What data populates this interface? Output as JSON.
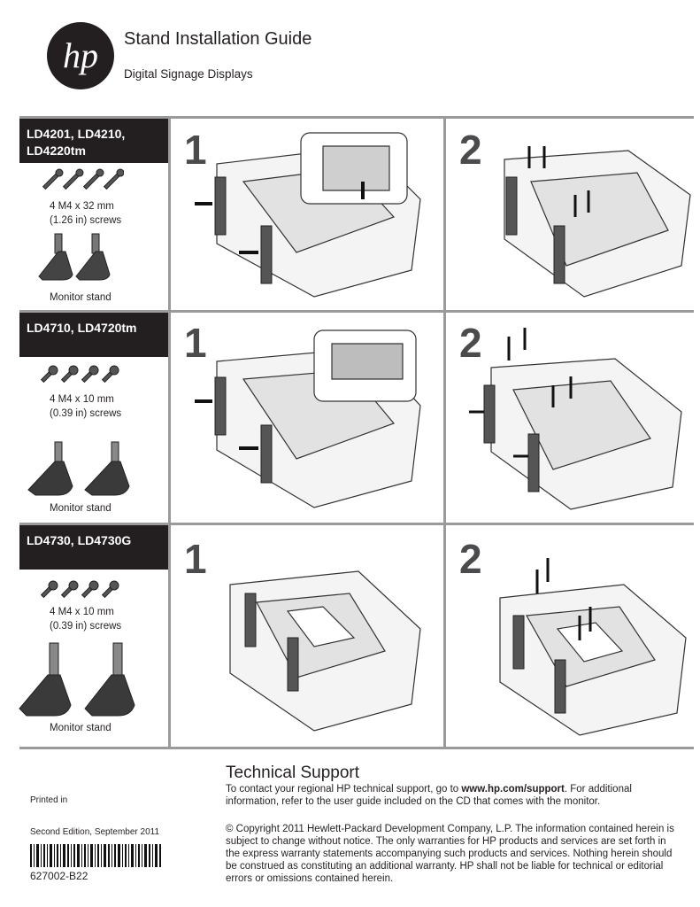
{
  "header": {
    "logo_text": "hp",
    "title": "Stand Installation Guide",
    "subtitle": "Digital Signage Displays"
  },
  "sections": [
    {
      "models": "LD4201, LD4210, LD4220tm",
      "models_line1": "LD4201, LD4210,",
      "models_line2": "LD4220tm",
      "screws_line1": "4 M4 x 32 mm",
      "screws_line2": "(1.26 in) screws",
      "stand_label": "Monitor stand",
      "step1": "1",
      "step2": "2"
    },
    {
      "models": "LD4710, LD4720tm",
      "screws_line1": "4 M4 x 10 mm",
      "screws_line2": "(0.39 in) screws",
      "stand_label": "Monitor stand",
      "step1": "1",
      "step2": "2"
    },
    {
      "models": "LD4730, LD4730G",
      "screws_line1": "4 M4 x 10 mm",
      "screws_line2": "(0.39 in) screws",
      "stand_label": "Monitor stand",
      "step1": "1",
      "step2": "2"
    }
  ],
  "footer": {
    "printed_in": "Printed in",
    "edition": "Second Edition, September 2011",
    "part_number": "627002-B22",
    "support_title": "Technical Support",
    "support_pre": "To contact your regional HP technical support, go to ",
    "support_link": "www.hp.com/support",
    "support_post": ". For additional information, refer to the user guide included on the CD that comes with the monitor.",
    "copyright": "© Copyright 2011 Hewlett-Packard Development Company, L.P. The information contained herein is subject to change without notice. The only warranties for HP products and services are set forth in the express warranty statements accompanying such products and services. Nothing herein should be construed as constituting an additional warranty. HP shall not be liable for technical or editorial errors or omissions contained herein."
  },
  "colors": {
    "label_bg": "#231f20",
    "divider": "#9a9a9a",
    "step_number": "#4b4b4d"
  }
}
